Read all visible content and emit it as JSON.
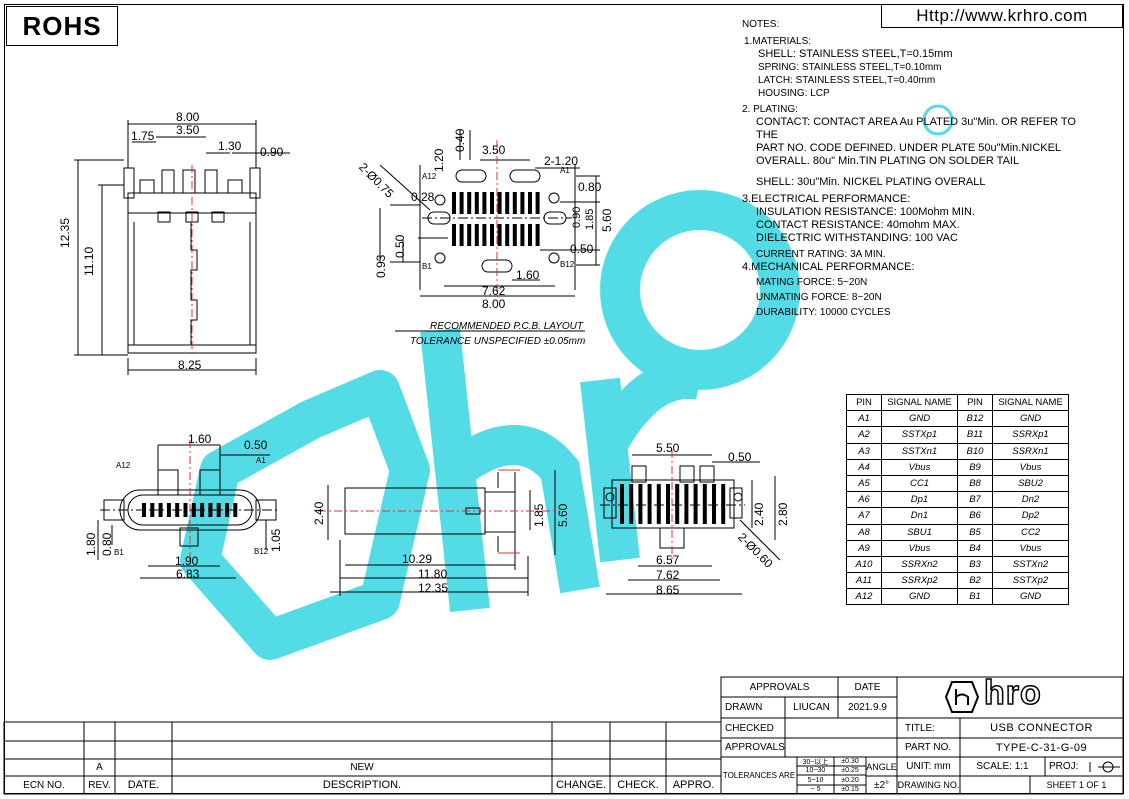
{
  "header": {
    "rohs": "ROHS",
    "url": "Http://www.krhro.com"
  },
  "notes": [
    "NOTES:",
    "1.MATERIALS:",
    "SHELL:  STAINLESS STEEL,T=0.15mm",
    "SPRING: STAINLESS STEEL,T=0.10mm",
    "LATCH: STAINLESS STEEL,T=0.40mm",
    "HOUSING: LCP",
    "2.  PLATING:",
    "CONTACT:    CONTACT AREA Au PLATED 3u\"Min.  OR REFER TO",
    "THE",
    "PART NO. CODE DEFINED. UNDER PLATE 50u\"Min.NICKEL",
    "OVERALL. 80u\" Min.TIN PLATING ON SOLDER TAIL",
    "SHELL:   30u\"Min. NICKEL PLATING OVERALL",
    "3.ELECTRICAL PERFORMANCE:",
    "INSULATION RESISTANCE: 100Mohm MIN.",
    "CONTACT RESISTANCE: 40mohm MAX.",
    "DIELECTRIC WITHSTANDING: 100 VAC",
    "CURRENT RATING: 3A MIN.",
    "4.MECHANICAL PERFORMANCE:",
    "MATING FORCE: 5~20N",
    "UNMATING FORCE: 8~20N",
    "DURABILITY: 10000 CYCLES"
  ],
  "pin_table": {
    "headers": [
      "PIN",
      "SIGNAL NAME",
      "PIN",
      "SIGNAL NAME"
    ],
    "rows": [
      [
        "A1",
        "GND",
        "B12",
        "GND"
      ],
      [
        "A2",
        "SSTXp1",
        "B11",
        "SSRXp1"
      ],
      [
        "A3",
        "SSTXn1",
        "B10",
        "SSRXn1"
      ],
      [
        "A4",
        "Vbus",
        "B9",
        "Vbus"
      ],
      [
        "A5",
        "CC1",
        "B8",
        "SBU2"
      ],
      [
        "A6",
        "Dp1",
        "B7",
        "Dn2"
      ],
      [
        "A7",
        "Dn1",
        "B6",
        "Dp2"
      ],
      [
        "A8",
        "SBU1",
        "B5",
        "CC2"
      ],
      [
        "A9",
        "Vbus",
        "B4",
        "Vbus"
      ],
      [
        "A10",
        "SSRXn2",
        "B3",
        "SSTXn2"
      ],
      [
        "A11",
        "SSRXp2",
        "B2",
        "SSTXp2"
      ],
      [
        "A12",
        "GND",
        "B1",
        "GND"
      ]
    ]
  },
  "pcb_layout": {
    "title": "RECOMMENDED   P.C.B.  LAYOUT",
    "tolerance": "TOLERANCE UNSPECIFIED ±0.05mm"
  },
  "dims": {
    "top_view": [
      "8.00",
      "3.50",
      "1.75",
      "1.30",
      "0.90",
      "12.35",
      "11.10",
      "8.25"
    ],
    "pcb": [
      "0.40",
      "1.20",
      "3.50",
      "2-1.20",
      "2-Ø0.75",
      "0.80",
      "0.28",
      "0.90",
      "1.85",
      "5.60",
      "0.50",
      "0.93",
      "0.50",
      "1.60",
      "7.62",
      "8.00"
    ],
    "front": [
      "1.60",
      "0.50",
      "1.80",
      "0.80",
      "1.05",
      "1.90",
      "6.83"
    ],
    "side": [
      "2.40",
      "1.85",
      "5.60",
      "10.29",
      "11.80",
      "12.35"
    ],
    "bottom": [
      "5.50",
      "0.50",
      "2.40",
      "2.80",
      "2-Ø0.60",
      "6.57",
      "7.62",
      "8.65"
    ],
    "pin_labels": [
      "A12",
      "A1",
      "B1",
      "B12"
    ]
  },
  "title_block": {
    "approvals": "APPROVALS",
    "date_h": "DATE",
    "drawn": "DRAWN",
    "drawn_by": "LIUCAN",
    "drawn_date": "2021.9.9",
    "checked": "CHECKED",
    "approvals2": "APPROVALS",
    "tolerances": "TOLERANCES ARE",
    "tol_ranges": [
      "30~以上",
      "10~30",
      "5~10",
      "~ 5"
    ],
    "tol_values": [
      "±0.30",
      "±0.25",
      "±0.20",
      "±0.15"
    ],
    "angle": "ANGLE",
    "angle_val": "±2°",
    "title_label": "TITLE:",
    "title_value": "USB CONNECTOR",
    "part_no_label": "PART NO.",
    "part_no_value": "TYPE-C-31-G-09",
    "unit": "UNIT: mm",
    "scale": "SCALE:  1:1",
    "proj": "PROJ:",
    "drawing_no": "DRAWING NO.",
    "sheet": "SHEET  1 OF 1",
    "logo": "hro"
  },
  "revision_block": {
    "rev_value": "A",
    "new_value": "NEW",
    "headers": [
      "ECN NO.",
      "REV.",
      "DATE.",
      "DESCRIPTION.",
      "CHANGE.",
      "CHECK.",
      "APPRO."
    ]
  },
  "colors": {
    "watermark": "#35d6e2",
    "centerline": "#e03030",
    "ink": "#000000"
  }
}
